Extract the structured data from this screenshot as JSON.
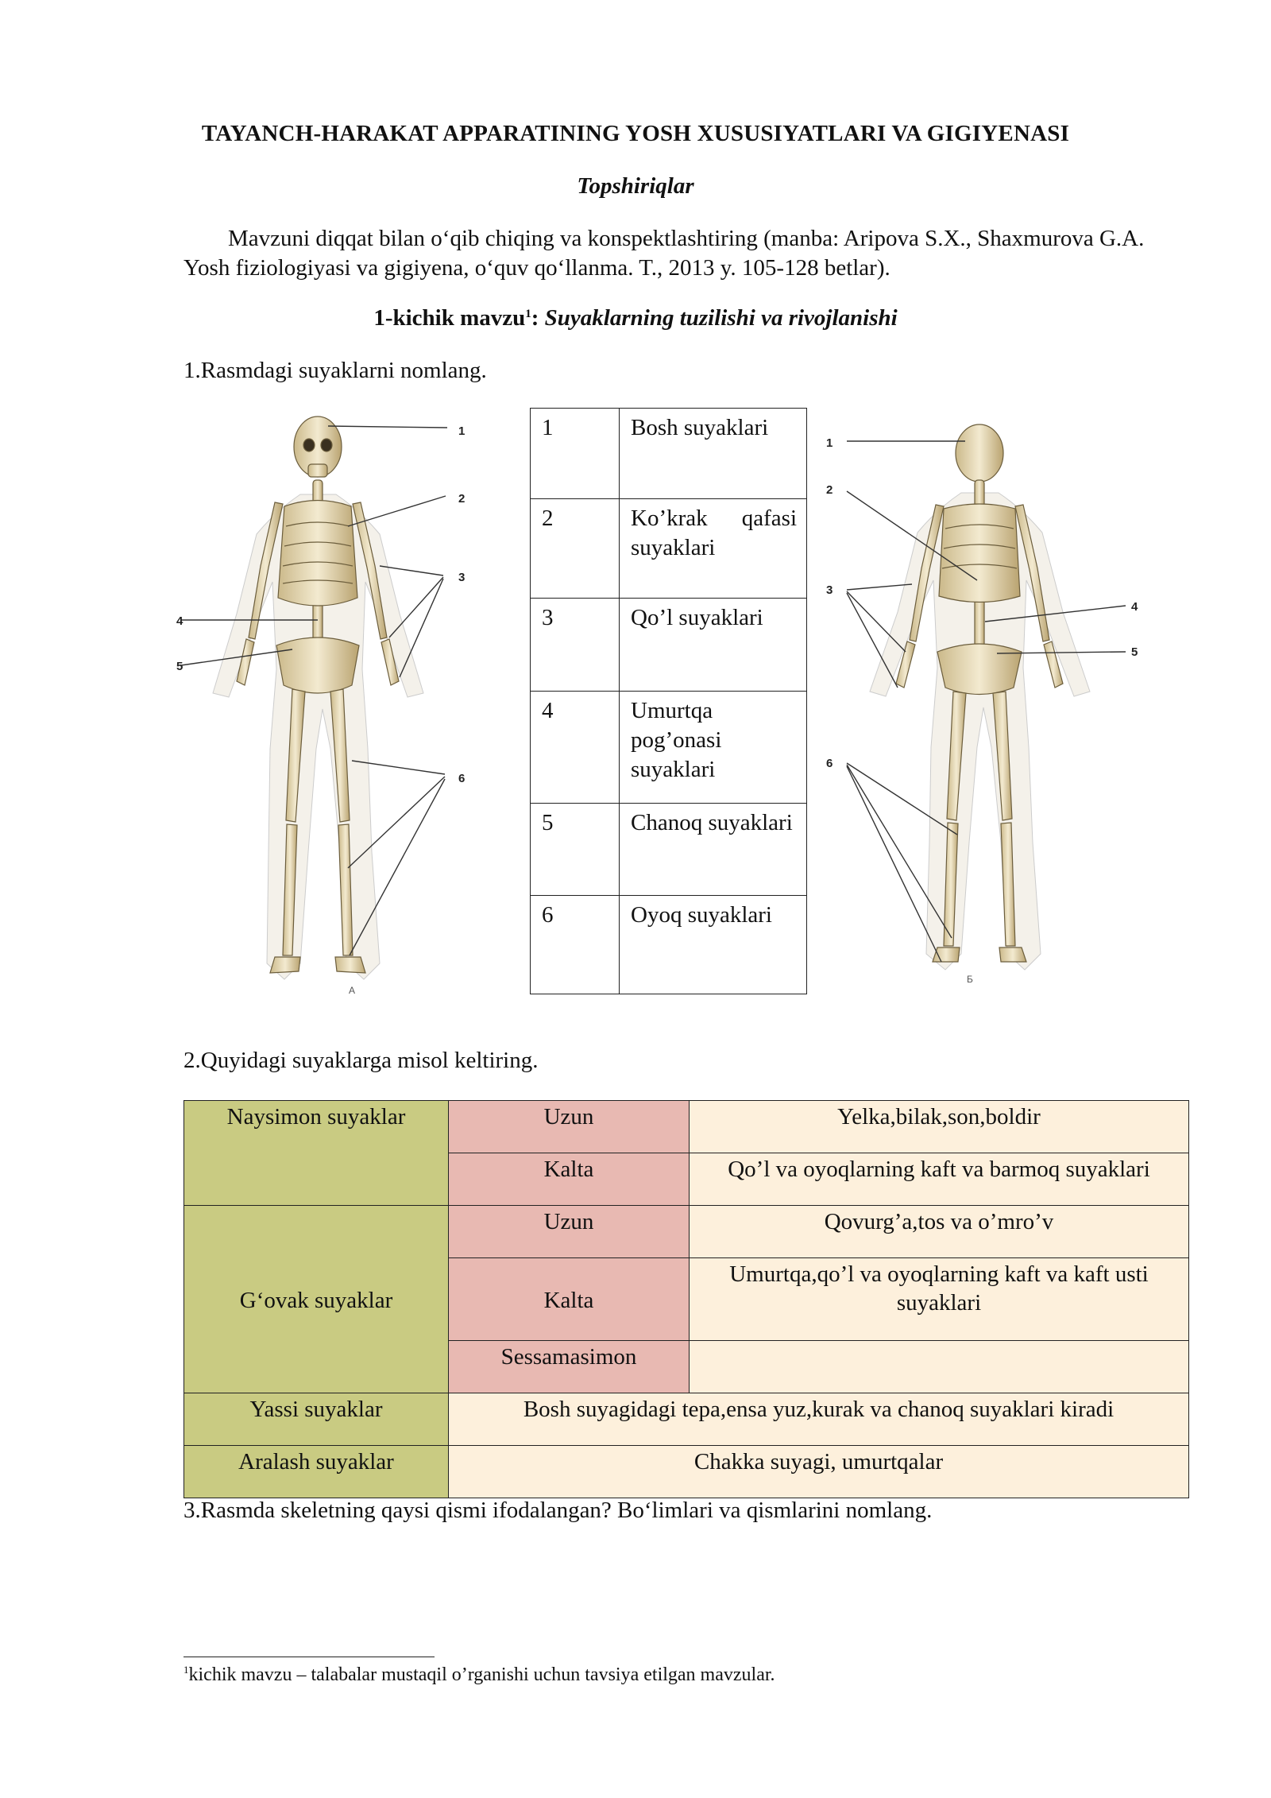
{
  "title": "TAYANCH-HARAKAT APPARATINING YOSH XUSUSIYATLARI VA GIGIYENASI",
  "subtitle": "Topshiriqlar",
  "intro": "Mavzuni diqqat bilan o‘qib chiqing va konspektlashtiring (manba: Aripova S.X., Shaxmurova G.A. Yosh fiziologiyasi va gigiyena, o‘quv qo‘llanma. T., 2013 y. 105-128 betlar).",
  "subtopic": {
    "prefix": "1-kichik mavzu",
    "footnote_mark": "1",
    "colon": ":",
    "name": "Suyaklarning   tuzilishi va rivojlanishi"
  },
  "task1": "1.Rasmdagi suyaklarni nomlang.",
  "skeleton_front": {
    "letter": "А",
    "labels": [
      "1",
      "2",
      "3",
      "4",
      "5",
      "6"
    ]
  },
  "skeleton_back": {
    "letter": "Б",
    "labels": [
      "1",
      "2",
      "3",
      "4",
      "5",
      "6"
    ]
  },
  "bone_names": [
    {
      "num": "1",
      "name": "Bosh suyaklari"
    },
    {
      "num": "2",
      "name": "Ko’krak  qafasi suyaklari"
    },
    {
      "num": "3",
      "name": "Qo’l suyaklari"
    },
    {
      "num": "4",
      "name": "Umurtqa pog’onasi suyaklari"
    },
    {
      "num": "5",
      "name": "Chanoq suyaklari"
    },
    {
      "num": "6",
      "name": "Oyoq suyaklari"
    }
  ],
  "task2": "2.Quyidagi suyaklarga misol keltiring.",
  "classification": {
    "naysimon": "Naysimon suyaklar",
    "naysimon_uzun": "Uzun",
    "naysimon_uzun_ex": "Yelka,bilak,son,boldir",
    "naysimon_kalta": "Kalta",
    "naysimon_kalta_ex": "Qo’l va oyoqlarning kaft va barmoq suyaklari",
    "govak": "G‘ovak suyaklar",
    "govak_uzun": "Uzun",
    "govak_uzun_ex": "Qovurg’a,tos va o’mro’v",
    "govak_kalta": "Kalta",
    "govak_kalta_ex": "Umurtqa,qo’l va oyoqlarning kaft va kaft usti suyaklari",
    "govak_sessamasimon": "Sessamasimon",
    "govak_sessamasimon_ex": "",
    "yassi": "Yassi suyaklar",
    "yassi_ex": "Bosh suyagidagi tepa,ensa yuz,kurak va chanoq suyaklari kiradi",
    "aralash": "Aralash suyaklar",
    "aralash_ex": "Chakka suyagi, umurtqalar"
  },
  "task3": "3.Rasmda skeletning qaysi qismi ifodalangan? Bo‘limlari va qismlarini nomlang.",
  "footnote": {
    "mark": "1",
    "text": "kichik mavzu – talabalar mustaqil o’rganishi uchun tavsiya etilgan mavzular."
  }
}
